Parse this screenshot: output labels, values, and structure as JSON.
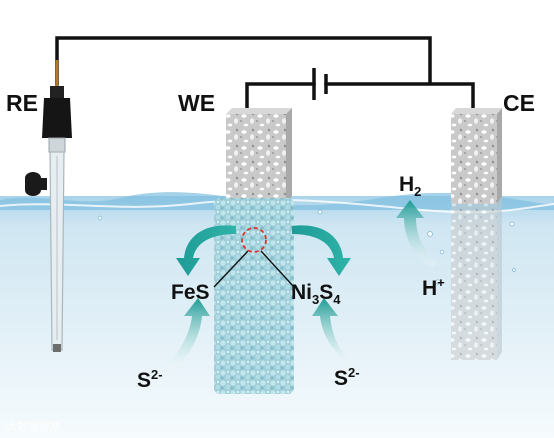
{
  "electrodes": {
    "reference": "RE",
    "working": "WE",
    "counter": "CE"
  },
  "species": {
    "iron_sulfide_base": "FeS",
    "nickel_sulfide_a": "Ni",
    "nickel_sulfide_sub_a": "3",
    "nickel_sulfide_b": "S",
    "nickel_sulfide_sub_b": "4",
    "sulfide_left_base": "S",
    "sulfide_left_charge": "2-",
    "sulfide_right_base": "S",
    "sulfide_right_charge": "2-",
    "hydrogen_gas_base": "H",
    "hydrogen_gas_sub": "2",
    "proton_base": "H",
    "proton_charge": "+"
  },
  "watermark": "大数据观察",
  "colors": {
    "wire": "#111111",
    "arrow_teal": "#2aa6a0",
    "electrolyte": "#cfe6f2",
    "electrode_gray": "#c8c8c8",
    "highlight_circle": "#e0302a"
  }
}
